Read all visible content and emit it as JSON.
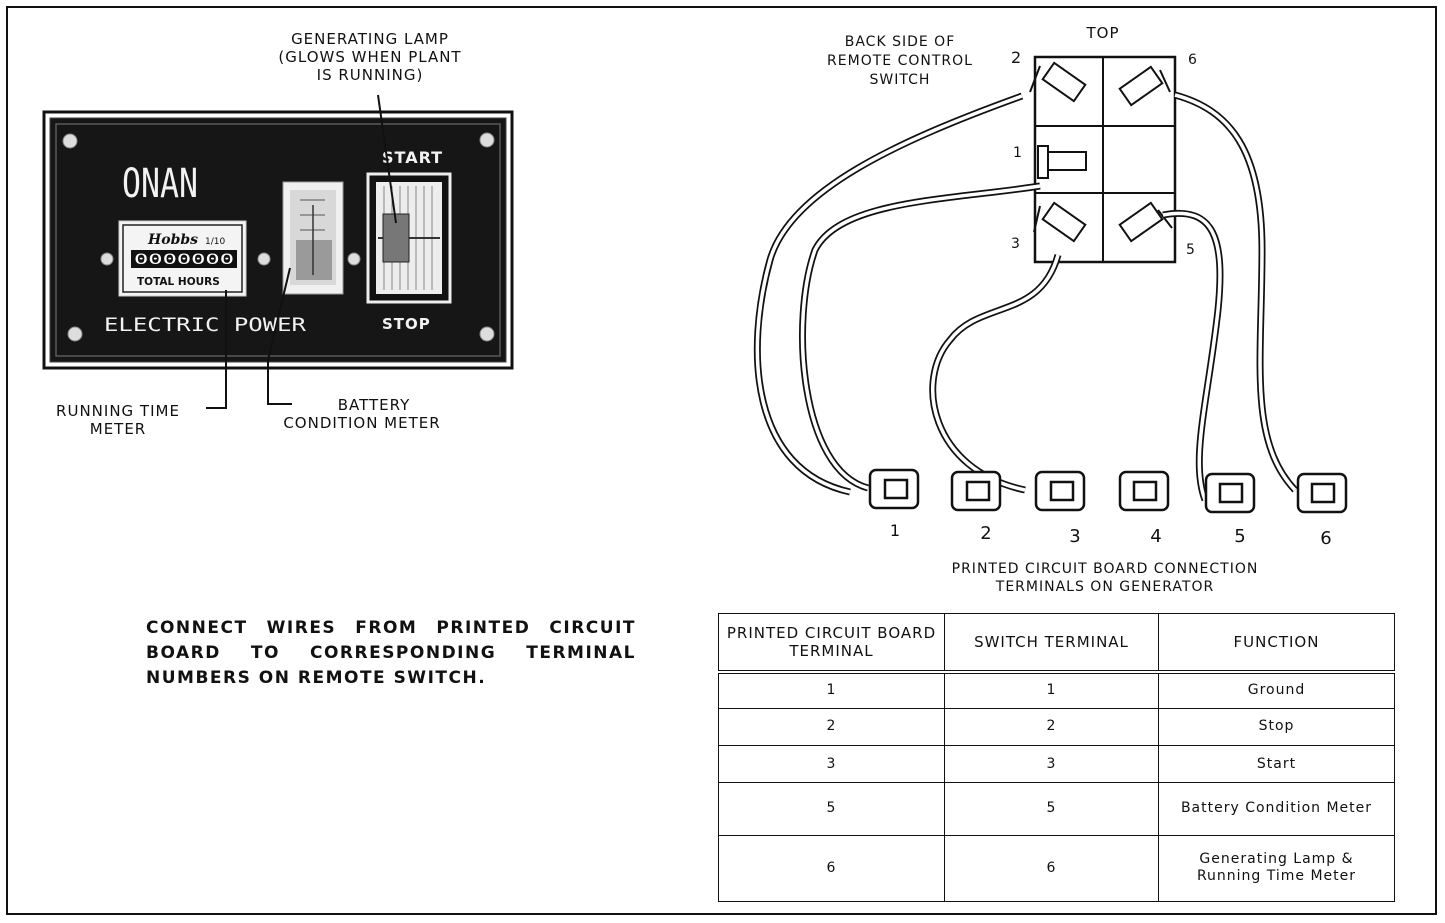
{
  "panel": {
    "brand": "ONAN",
    "meter_brand": "Hobbs",
    "meter_scale": "1/10",
    "meter_digits": "0000000",
    "meter_caption": "TOTAL HOURS",
    "footer": "ELECTRIC POWER",
    "start_label": "START",
    "stop_label": "STOP"
  },
  "labels": {
    "generating_lamp": [
      "GENERATING LAMP",
      "(GLOWS WHEN PLANT",
      "IS RUNNING)"
    ],
    "running_time_meter": [
      "RUNNING TIME",
      "METER"
    ],
    "battery_condition_meter": [
      "BATTERY",
      "CONDITION METER"
    ],
    "back_side": [
      "BACK SIDE OF",
      "REMOTE CONTROL",
      "SWITCH"
    ],
    "top": "TOP",
    "pcb_caption": [
      "PRINTED CIRCUIT BOARD CONNECTION",
      "TERMINALS ON GENERATOR"
    ]
  },
  "switch_terminals": [
    "1",
    "2",
    "3",
    "5",
    "6"
  ],
  "board_terminals": [
    "1",
    "2",
    "3",
    "4",
    "5",
    "6"
  ],
  "instruction": "CONNECT WIRES FROM PRINTED CIRCUIT BOARD TO CORRESPONDING TERMINAL NUMBERS ON REMOTE SWITCH.",
  "table": {
    "headers": [
      "PRINTED CIRCUIT BOARD TERMINAL",
      "SWITCH TERMINAL",
      "FUNCTION"
    ],
    "rows": [
      [
        "1",
        "1",
        "Ground"
      ],
      [
        "2",
        "2",
        "Stop"
      ],
      [
        "3",
        "3",
        "Start"
      ],
      [
        "5",
        "5",
        "Battery Condition Meter"
      ],
      [
        "6",
        "6",
        "Generating Lamp & Running Time Meter"
      ]
    ]
  }
}
